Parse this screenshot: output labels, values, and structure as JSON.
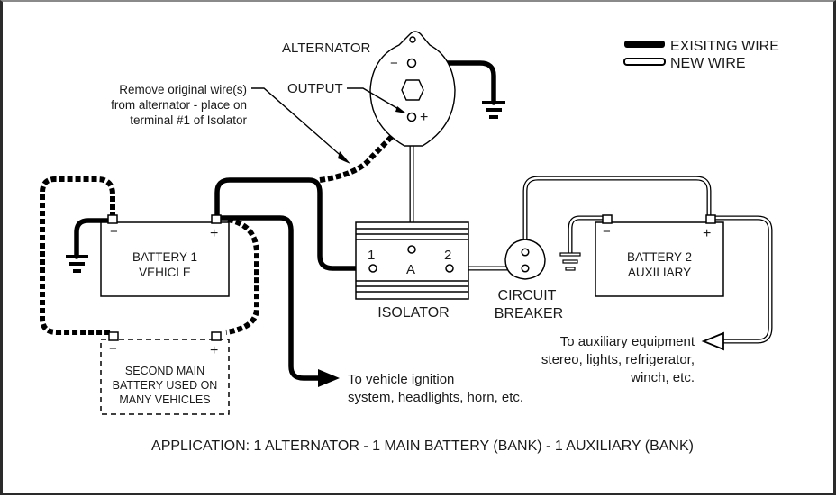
{
  "legend": {
    "existing_wire": "EXISITNG WIRE",
    "new_wire": "NEW WIRE"
  },
  "alternator": {
    "label": "ALTERNATOR",
    "output_label": "OUTPUT",
    "negative_sign": "−",
    "positive_sign": "+"
  },
  "note": {
    "lines": [
      "Remove original wire(s)",
      "from alternator - place on",
      "terminal #1 of Isolator"
    ]
  },
  "battery1": {
    "line1": "BATTERY 1",
    "line2": "VEHICLE",
    "negative_sign": "−",
    "positive_sign": "+"
  },
  "second_battery": {
    "lines": [
      "SECOND MAIN",
      "BATTERY USED ON",
      "MANY VEHICLES"
    ],
    "negative_sign": "−",
    "positive_sign": "+"
  },
  "isolator": {
    "label": "ISOLATOR",
    "terminal1": "1",
    "terminalA": "A",
    "terminal2": "2"
  },
  "circuit_breaker": {
    "line1": "CIRCUIT",
    "line2": "BREAKER"
  },
  "battery2": {
    "line1": "BATTERY 2",
    "line2": "AUXILIARY",
    "negative_sign": "−",
    "positive_sign": "+"
  },
  "vehicle_loads": {
    "lines": [
      "To vehicle ignition",
      "system, headlights, horn, etc."
    ]
  },
  "aux_loads": {
    "lines": [
      "To auxiliary equipment",
      "stereo, lights, refrigerator,",
      "winch, etc."
    ]
  },
  "caption": "APPLICATION: 1 ALTERNATOR - 1 MAIN BATTERY (BANK) - 1 AUXILIARY (BANK)"
}
